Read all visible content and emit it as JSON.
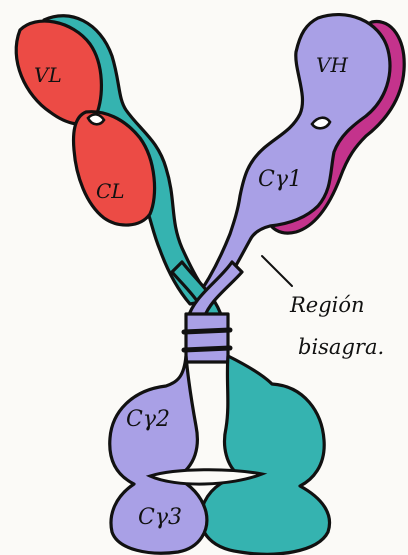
{
  "labels": {
    "vl": "VL",
    "cl": "CL",
    "vh": "VH",
    "cg1": "Cγ1",
    "cg2": "Cγ2",
    "cg3": "Cγ3",
    "hinge_line1": "Región",
    "hinge_line2": "bisagra."
  },
  "colors": {
    "light_chain": "#ec4b45",
    "heavy_teal": "#35b3b0",
    "heavy_lavender": "#a9a0e6",
    "heavy_magenta": "#c4338c",
    "outline": "#111111",
    "paper": "#fbfaf7"
  }
}
